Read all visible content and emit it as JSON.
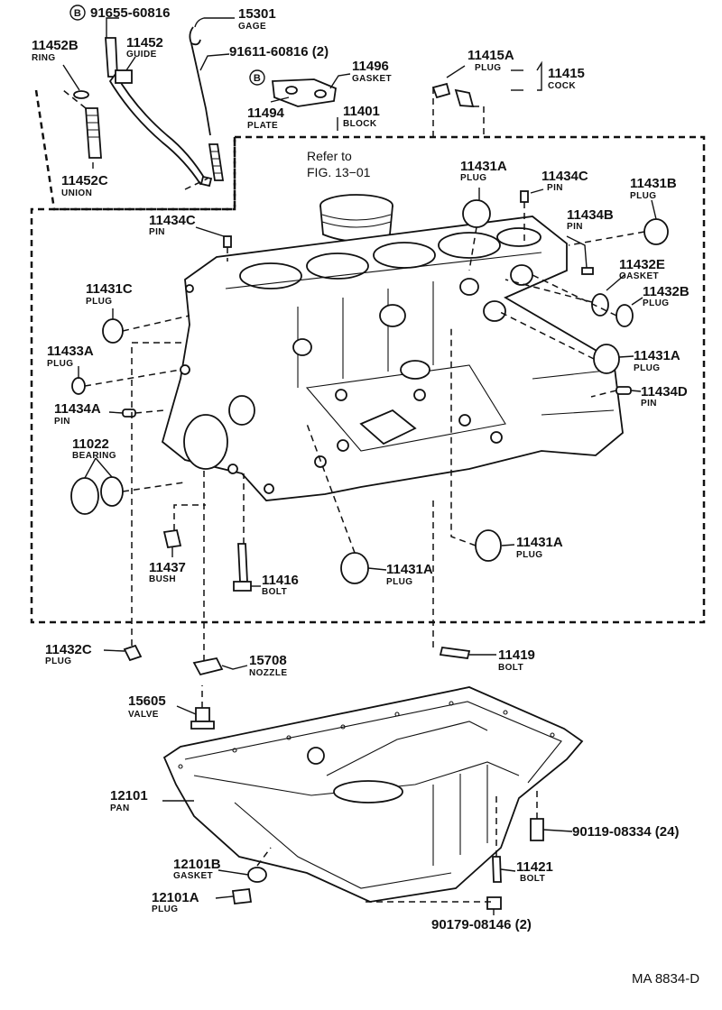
{
  "figure_id": "MA 8834-D",
  "refer": {
    "line1": "Refer to",
    "line2": "FIG. 13−01"
  },
  "callouts": [
    {
      "id": "91655-60816",
      "pn": "91655-60816",
      "badge": "B"
    },
    {
      "id": "15301",
      "pn": "15301",
      "name": "GAGE"
    },
    {
      "id": "11452B",
      "pn": "11452B",
      "name": "RING"
    },
    {
      "id": "11452",
      "pn": "11452",
      "name": "GUIDE"
    },
    {
      "id": "91611-60816",
      "pn": "91611-60816 (2)"
    },
    {
      "id": "11496",
      "pn": "11496",
      "name": "GASKET",
      "badge": "B"
    },
    {
      "id": "11494",
      "pn": "11494",
      "name": "PLATE"
    },
    {
      "id": "11415A",
      "pn": "11415A",
      "name": "PLUG"
    },
    {
      "id": "11415",
      "pn": "11415",
      "name": "COCK"
    },
    {
      "id": "11401",
      "pn": "11401",
      "name": "BLOCK"
    },
    {
      "id": "11452C",
      "pn": "11452C",
      "name": "UNION"
    },
    {
      "id": "11431A-top",
      "pn": "11431A",
      "name": "PLUG"
    },
    {
      "id": "11434C-right",
      "pn": "11434C",
      "name": "PIN"
    },
    {
      "id": "11431B",
      "pn": "11431B",
      "name": "PLUG"
    },
    {
      "id": "11434C-left",
      "pn": "11434C",
      "name": "PIN"
    },
    {
      "id": "11434B",
      "pn": "11434B",
      "name": "PIN"
    },
    {
      "id": "11432E",
      "pn": "11432E",
      "name": "GASKET"
    },
    {
      "id": "11431C",
      "pn": "11431C",
      "name": "PLUG"
    },
    {
      "id": "11432B",
      "pn": "11432B",
      "name": "PLUG"
    },
    {
      "id": "11433A",
      "pn": "11433A",
      "name": "PLUG"
    },
    {
      "id": "11431A-right",
      "pn": "11431A",
      "name": "PLUG"
    },
    {
      "id": "11434A",
      "pn": "11434A",
      "name": "PIN"
    },
    {
      "id": "11434D",
      "pn": "11434D",
      "name": "PIN"
    },
    {
      "id": "11022",
      "pn": "11022",
      "name": "BEARING"
    },
    {
      "id": "11431A-lower",
      "pn": "11431A",
      "name": "PLUG"
    },
    {
      "id": "11437",
      "pn": "11437",
      "name": "BUSH"
    },
    {
      "id": "11416",
      "pn": "11416",
      "name": "BOLT"
    },
    {
      "id": "11431A-bottom",
      "pn": "11431A",
      "name": "PLUG"
    },
    {
      "id": "11432C",
      "pn": "11432C",
      "name": "PLUG"
    },
    {
      "id": "15708",
      "pn": "15708",
      "name": "NOZZLE"
    },
    {
      "id": "11419",
      "pn": "11419",
      "name": "BOLT"
    },
    {
      "id": "15605",
      "pn": "15605",
      "name": "VALVE"
    },
    {
      "id": "12101",
      "pn": "12101",
      "name": "PAN"
    },
    {
      "id": "90119-08334",
      "pn": "90119-08334 (24)"
    },
    {
      "id": "12101B",
      "pn": "12101B",
      "name": "GASKET"
    },
    {
      "id": "11421",
      "pn": "11421",
      "name": "BOLT"
    },
    {
      "id": "12101A",
      "pn": "12101A",
      "name": "PLUG"
    },
    {
      "id": "90179-08146",
      "pn": "90179-08146 (2)"
    }
  ]
}
